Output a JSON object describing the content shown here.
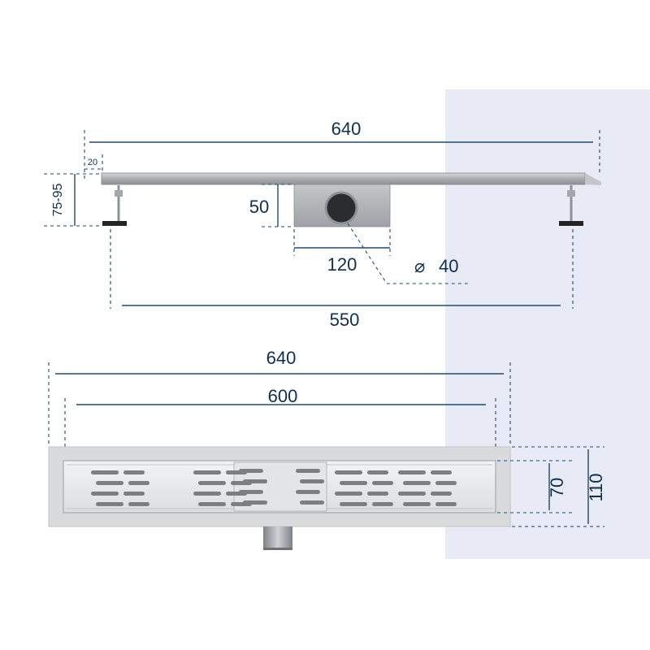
{
  "colors": {
    "dimension": "#1e4a73",
    "text": "#0f2f4f",
    "panel": "#e8ebf6",
    "steel": "#b9bcc0",
    "steel_dark": "#8f9296",
    "frame": "#d9dadc",
    "slot": "#7b7f84"
  },
  "side_view": {
    "total_length": "640",
    "edge_offset": "20",
    "height_range": "75-95",
    "body_height": "50",
    "body_width": "120",
    "outlet_diameter": "40",
    "diameter_symbol": "⌀",
    "feet_distance": "550"
  },
  "top_view": {
    "total_length": "640",
    "inner_length": "600",
    "inner_width": "70",
    "total_width": "110"
  }
}
